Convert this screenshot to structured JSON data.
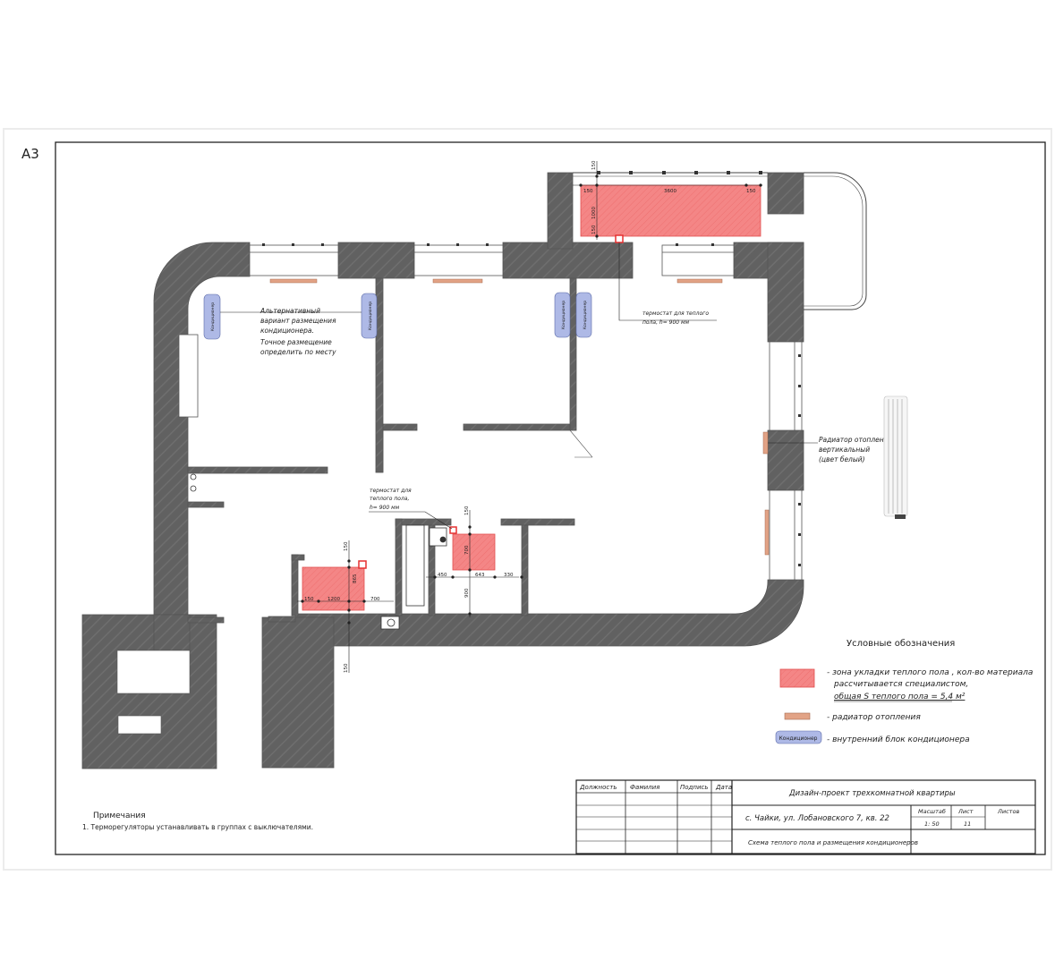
{
  "sheet": {
    "format": "A3"
  },
  "labels": {
    "ac_alt_line1": "Альтернативный",
    "ac_alt_line2": "вариант размещения",
    "ac_alt_line3": "кондиционера.",
    "ac_alt_line4": "Точное размещение",
    "ac_alt_line5": "определить по месту",
    "thermostat_top_line1": "термостат для теплого",
    "thermostat_top_line2": "пола, h= 900 мм",
    "thermostat_mid_line1": "термостат для",
    "thermostat_mid_line2": "теплого пола,",
    "thermostat_mid_line3": "h= 900 мм",
    "radiator_line1": "Радиатор отопления",
    "radiator_line2": "вертикальный",
    "radiator_line3": "(цвет белый)",
    "ac_unit_text": "Кондиционер"
  },
  "dimensions": {
    "d150": "150",
    "d3600": "3600",
    "d1000": "1000",
    "d1200": "1200",
    "d865": "865",
    "d700": "700",
    "d450": "450",
    "d643": "643",
    "d330": "330",
    "d900": "900"
  },
  "legend": {
    "title": "Условные обозначения",
    "floor_line1": "- зона укладки теплого пола , кол-во материала",
    "floor_line2": "рассчитывается специалистом,",
    "floor_line3": "общая S теплого пола = 5,4 м²",
    "radiator": "- радиатор отопления",
    "ac": "- внутренний блок кондиционера",
    "ac_swatch_label": "Кондиционер",
    "colors": {
      "floor_heating": "#f58a8a",
      "radiator": "#e8a88a",
      "ac_unit": "#aeb9e6",
      "wall": "#616161"
    }
  },
  "notes": {
    "title": "Примечания",
    "item1": "1. Терморегуляторы устанавливать в группах с выключателями."
  },
  "title_block": {
    "col_position": "Должность",
    "col_surname": "Фамилия",
    "col_signature": "Подпись",
    "col_date": "Дата",
    "project_title": "Дизайн-проект трехкомнатной квартиры",
    "address": "с. Чайки, ул. Лобановского 7, кв. 22",
    "scale_header": "Масштаб",
    "sheet_header": "Лист",
    "sheets_header": "Листов",
    "scale_value": "1: 50",
    "sheet_value": "11",
    "sheets_value": "",
    "drawing_title": "Схема теплого пола и размещения кондиционеров"
  }
}
